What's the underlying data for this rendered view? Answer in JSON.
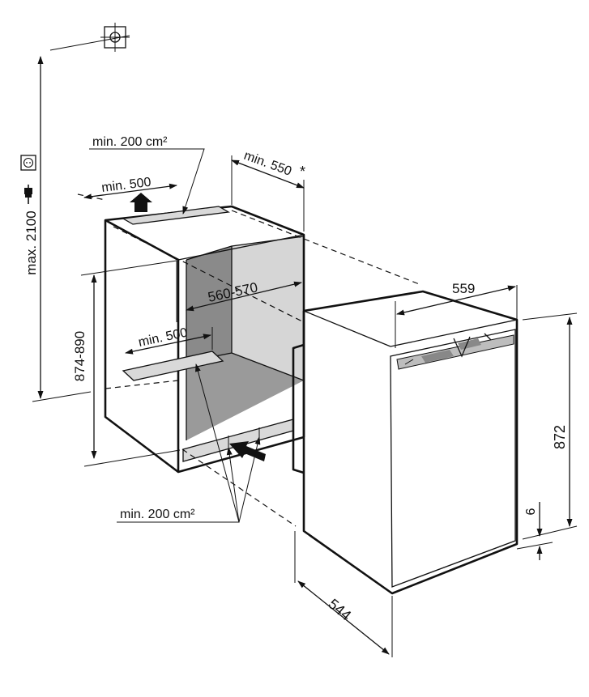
{
  "labels": {
    "max_height": "max. 2100",
    "top_vent_area": "min. 200 cm²",
    "top_vent_depth": "min. 500",
    "niche_depth": "min. 550",
    "niche_depth_note": "*",
    "niche_width": "560-570",
    "niche_height": "874-890",
    "bottom_vent_depth": "min. 500",
    "bottom_vent_area": "min. 200 cm²",
    "appliance_width": "559",
    "appliance_height": "872",
    "appliance_plinth": "6",
    "appliance_depth": "544"
  },
  "icons": [
    "water-connection-icon",
    "socket-icon",
    "plug-icon",
    "airflow-arrow-icon"
  ]
}
